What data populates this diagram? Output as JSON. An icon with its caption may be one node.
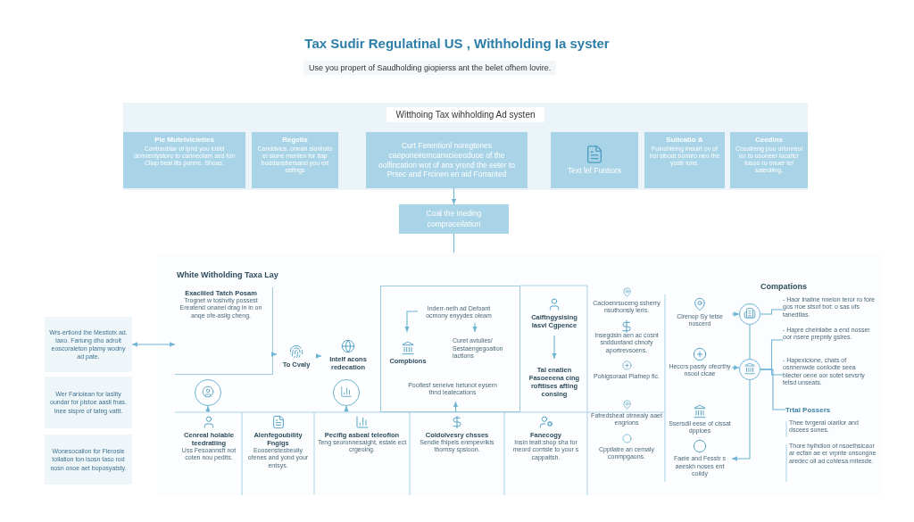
{
  "diagram": {
    "title": "Tax Sudir Regulatinal US , Withholding Ia syster",
    "nodes": [
      {
        "text": [
          "Witthoing Tax wihholding Ad systen"
        ]
      },
      {
        "text": [
          "Pie Mutelvicieties",
          "Contraubiar of lpnd you lostd domrenlystoro to canneolam sed fon Cliap beal lits porme. Shoas."
        ],
        "in": 0
      },
      {
        "text": [
          "Regelis",
          "Canddvics. onnah slonhsto ei sione menlen for itap boddansbersand you ert cefings"
        ],
        "in": 0
      },
      {
        "text": [
          "Curt Ferentionl noregtenes caeponeiremcanvcieeoduoe of the oolfincation wot of anx yrend the eeter to Prsec and Frcinen en aid Forranted"
        ],
        "in": 0
      },
      {
        "text": [
          "Text lef Funtiors"
        ],
        "in": 0
      },
      {
        "text": [
          "Sulicatio &",
          "Fuinshieing ineuirt ov of bol siboat bomiro neo the yostr ions."
        ],
        "in": 0
      },
      {
        "text": [
          "Ceedins",
          "Cosolreng pou ortonreol ior to osoneer locaticr tosoo ro onuer tel sateolling."
        ],
        "in": 0
      },
      {
        "text": [
          "Coal the Ineding compraceilation"
        ]
      },
      {
        "text": [
          "White Witholding Taxa Lay"
        ]
      },
      {
        "text": [
          "Wrs-ertiond Ihe Mestlotx ad. Iaxo. Fariung dho adrolt eoscoraleton plamy wodny ad pate."
        ]
      },
      {
        "text": [
          "Wer Fariolean for laslity oundar for pistoe aasll fnas. Inee sispre of tatng vattt."
        ]
      },
      {
        "text": [
          "Wonesocalion for Fierosle toilation ton isosn taso rod nosn onoe aet boposyatsty."
        ]
      },
      {
        "text": [
          "Exacliled Tatch Posam",
          "Trognet w toshvity possest",
          "Ereatend onanel drag in in on anqe ofe-asilg cheng."
        ],
        "in": 8
      },
      {
        "text": [
          "To Cvaly"
        ],
        "in": 8
      },
      {
        "text": [
          "Intelf acons redecation"
        ],
        "in": 8
      },
      {
        "text": [],
        "shape": "box",
        "in": 8
      },
      {
        "text": [
          "Inderr-neth ad Defoant ocmony enyydes oleam"
        ],
        "in": 15
      },
      {
        "text": [
          "Compbions"
        ],
        "in": 15
      },
      {
        "text": [
          "Curet avtulles/ Sestaengegoation lactions"
        ],
        "in": 15
      },
      {
        "text": [
          "Poofiesf seneive hetunot eysern thnd leatecations"
        ],
        "in": 15
      },
      {
        "text": [
          "Caiftngysising lasvl Cgpence"
        ],
        "in": 8
      },
      {
        "text": [
          "Tal enatien Fasoeeena cing rofttises afting consing"
        ],
        "in": 8
      },
      {
        "text": [
          "Cenreal hoiable teedratiing",
          "Uss Fesoannsft not coten nou pedits."
        ],
        "in": 8
      },
      {
        "text": [],
        "shape": "person",
        "in": 8
      },
      {
        "text": [
          "Alenfegoubility Fngigs",
          "Eoosenstesbeuliy ofenes and yond your entsys."
        ],
        "in": 8
      },
      {
        "text": [
          "Pecifig asbeal teleofion",
          "Teng seoronnesaight, estate ect crgeoing."
        ],
        "in": 8
      },
      {
        "text": [],
        "shape": "circle",
        "in": 8
      },
      {
        "text": [
          "Coidolvesry chsses",
          "Sendie fhipeis enmpevrikis thornsy spsioon."
        ],
        "in": 8
      },
      {
        "text": [
          "Fanecogy",
          "Insin teatl:shop sha for meord corrtsle to your s cappaltsh."
        ],
        "in": 8
      },
      {
        "text": [
          "Cirenop Sy tetse noscerd"
        ],
        "in": 8
      },
      {
        "text": [
          "Heccrs pasriy ofecrthy nsool cicae"
        ],
        "in": 8
      },
      {
        "text": [
          "Ssersdil eese of cissat dpploes"
        ],
        "in": 8
      },
      {
        "text": [
          "Faeie and Fesstr s aeeskh noses ent coiidy"
        ],
        "in": 8
      },
      {
        "text": [],
        "shape": "circle",
        "in": 8
      },
      {
        "text": [],
        "shape": "circle",
        "in": 8
      },
      {
        "text": [
          "- Haor lnaiine nnelon teror ro fore gos rroe stsof bot: o sas ufs tanedtlas."
        ],
        "in": 8
      },
      {
        "text": [
          "- Hapre cheinlabe a end nosser oor nsere prepnty gsires."
        ],
        "in": 8
      },
      {
        "text": [
          "- Hapexicione, chats of osnnenwde oonlodte seea blecter oene oor sotet sevsrty tetsd unseats."
        ],
        "in": 8
      },
      {
        "text": [
          "Trtal Possers"
        ],
        "in": 8
      },
      {
        "text": [
          "Thee tvrgeral oiarilor and dscees sones."
        ],
        "in": 8
      },
      {
        "text": [
          "Thore hylhdion of nsoethsicaor ar ecfan ae er vrpnte onsongne aredec oll ad cohlesa mitesde."
        ],
        "in": 8
      }
    ],
    "edges": [
      {
        "from": 3,
        "to": 7,
        "arrow": "to"
      },
      {
        "from": 7,
        "to": 8,
        "arrow": "none"
      },
      {
        "from": 9,
        "to": 12,
        "arrow": "both"
      },
      {
        "from": 12,
        "to": 13,
        "arrow": "to"
      },
      {
        "from": 13,
        "to": 14,
        "arrow": "to"
      },
      {
        "from": 16,
        "to": 17,
        "arrow": "to"
      },
      {
        "from": 16,
        "to": 18,
        "arrow": "to"
      },
      {
        "from": 27,
        "to": 19,
        "arrow": "to"
      },
      {
        "from": 20,
        "to": 21,
        "arrow": "to"
      },
      {
        "from": 22,
        "to": 23,
        "arrow": "to"
      },
      {
        "from": 25,
        "to": 26,
        "arrow": "to"
      },
      {
        "from": 29,
        "to": 33,
        "arrow": "to"
      },
      {
        "from": 30,
        "to": 34,
        "arrow": "to"
      },
      {
        "from": 33,
        "to": 34,
        "arrow": "none"
      },
      {
        "from": 33,
        "to": 35,
        "arrow": "none"
      },
      {
        "from": 34,
        "to": 36,
        "arrow": "none"
      },
      {
        "from": 34,
        "to": 37,
        "arrow": "none"
      },
      {
        "from": 34,
        "to": 38,
        "arrow": "none"
      },
      {
        "from": 34,
        "to": 32,
        "arrow": "to"
      }
    ],
    "labels": [
      "Use you propert of Saudholding giopierss ant the belet ofhem lovire.",
      "Cacloenrsuceng ssherry nsuthonsly leris.",
      "Insegdsin aen ac cosnt snddunfand chnofy aportrevsoens.",
      "Pohigsoraat Plafnep fic.",
      "Fafredsheat otrnealy aaet engrions",
      "Cppilatre an cemaly conmpgaons.",
      "Compations"
    ]
  }
}
